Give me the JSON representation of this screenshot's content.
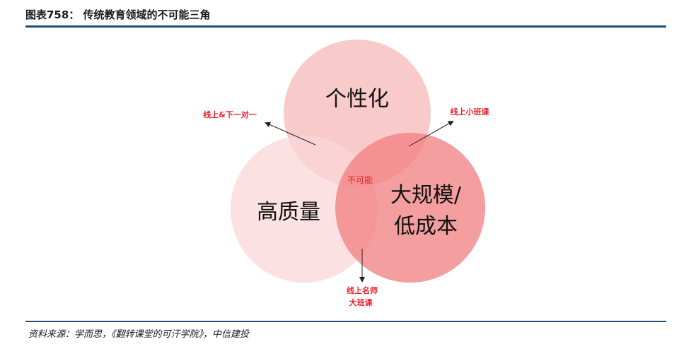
{
  "header": {
    "title": "图表758：  传统教育领域的不可能三角"
  },
  "diagram": {
    "circles": {
      "top": {
        "label": "个性化",
        "color": "#f7b8b8"
      },
      "left": {
        "label": "高质量",
        "color": "#f9d7d7"
      },
      "right": {
        "label_line1": "大规模/",
        "label_line2": "低成本",
        "color": "#f07e80"
      }
    },
    "center_label": "不可能",
    "annotations": {
      "top_left": "线上&下一对一",
      "top_right": "线上小班课",
      "bottom_line1": "线上名师",
      "bottom_line2": "大班课"
    },
    "annotation_color": "#e8232a"
  },
  "footer": {
    "source": "资料来源：学而思，《翻转课堂的可汗学院》，中信建投"
  }
}
